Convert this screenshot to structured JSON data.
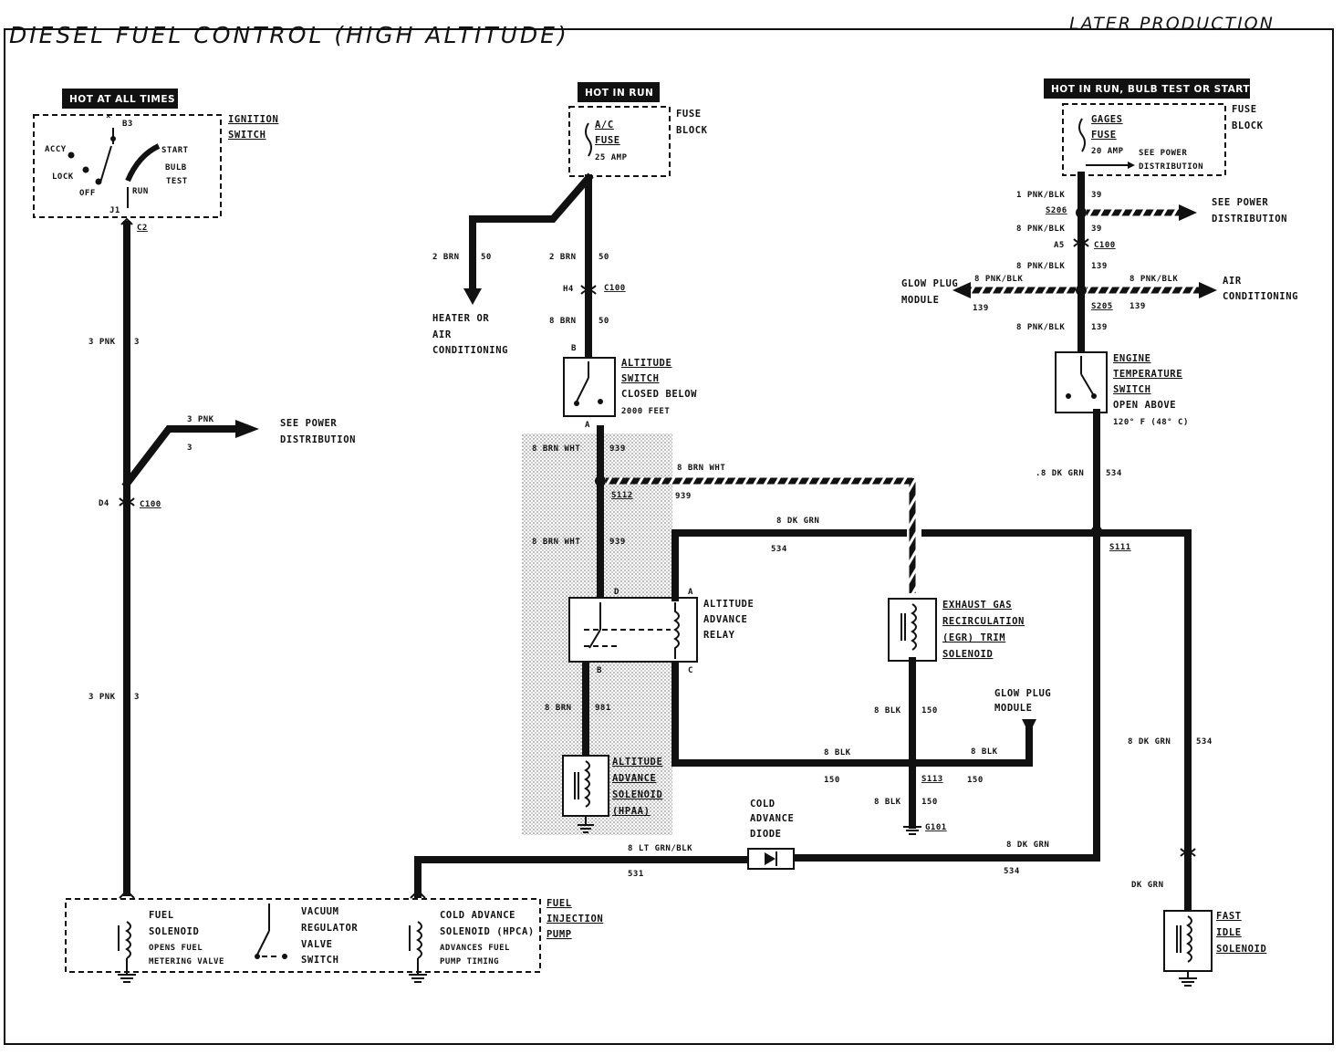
{
  "title": "DIESEL FUEL CONTROL (HIGH ALTITUDE)",
  "production": "LATER PRODUCTION",
  "hot_labels": {
    "all_times": "HOT AT ALL TIMES",
    "in_run": "HOT IN RUN",
    "run_bulb_start": "HOT IN RUN, BULB TEST OR START"
  },
  "ignition_switch": {
    "name_1": "IGNITION",
    "name_2": "SWITCH",
    "accy": "ACCY",
    "lock": "LOCK",
    "off": "OFF",
    "run": "RUN",
    "start": "START",
    "bulb": "BULB",
    "test": "TEST",
    "pin_top": "B3",
    "pin_bottom": "J1",
    "connector": "C2"
  },
  "ac_fuse": {
    "line1": "A/C",
    "line2": "FUSE",
    "amp": "25 AMP",
    "block1": "FUSE",
    "block2": "BLOCK"
  },
  "gages_fuse": {
    "line1": "GAGES",
    "line2": "FUSE",
    "amp": "20 AMP",
    "see1": "SEE POWER",
    "see2": "DISTRIBUTION",
    "block1": "FUSE",
    "block2": "BLOCK"
  },
  "left_wires": {
    "w1": "3 PNK",
    "c1": "3",
    "w2": "3 PNK",
    "c2": "3",
    "w3": "3 PNK",
    "c3": "3",
    "pin": "D4",
    "conn": "C100",
    "see1": "SEE POWER",
    "see2": "DISTRIBUTION"
  },
  "mid_wires": {
    "brn_branch": "2 BRN",
    "brn_branch_c": "50",
    "brn": "2 BRN",
    "brn_c": "50",
    "pin": "H4",
    "conn": "C100",
    "brn8": "8 BRN",
    "brn8_c": "50",
    "heater1": "HEATER OR",
    "heater2": "AIR",
    "heater3": "CONDITIONING",
    "pin_b": "B",
    "pin_a": "A"
  },
  "altitude_switch": {
    "l1": "ALTITUDE",
    "l2": "SWITCH",
    "l3": "CLOSED BELOW",
    "l4": "2000 FEET"
  },
  "shaded": {
    "w1": "8 BRN WHT",
    "c1": "939",
    "splice": "S112",
    "w2": "8 BRN WHT",
    "c2": "939",
    "top_wire": "8 BRN WHT",
    "top_c": "939",
    "pin_d": "D",
    "pin_b": "B",
    "w3": "8 BRN",
    "c3": "981",
    "sol1": "ALTITUDE",
    "sol2": "ADVANCE",
    "sol3": "SOLENOID",
    "sol4": "(HPAA)"
  },
  "relay": {
    "l1": "ALTITUDE",
    "l2": "ADVANCE",
    "l3": "RELAY",
    "pin_a": "A",
    "pin_c": "C"
  },
  "dkgrn_mid": {
    "w": "8 DK GRN",
    "c": "534"
  },
  "egr": {
    "l1": "EXHAUST GAS",
    "l2": "RECIRCULATION",
    "l3": "(EGR) TRIM",
    "l4": "SOLENOID"
  },
  "glow_lower": {
    "l1": "GLOW PLUG",
    "l2": "MODULE"
  },
  "blk": {
    "w1": "8 BLK",
    "c1": "150",
    "w2": "8 BLK",
    "c2": "150",
    "w3": "8 BLK",
    "c3": "150",
    "w4": "8 BLK",
    "c4": "150",
    "splice": "S113",
    "ground": "G101"
  },
  "diode": {
    "l1": "COLD",
    "l2": "ADVANCE",
    "l3": "DIODE",
    "ltgrn": "8 LT GRN/BLK",
    "ltgrn_c": "531",
    "dkgrn": "8 DK GRN",
    "dkgrn_c": "534"
  },
  "injection_pump": {
    "fuel1": "FUEL",
    "fuel2": "SOLENOID",
    "fuel3": "OPENS FUEL",
    "fuel4": "METERING VALVE",
    "vac1": "VACUUM",
    "vac2": "REGULATOR",
    "vac3": "VALVE",
    "vac4": "SWITCH",
    "cold1": "COLD ADVANCE",
    "cold2": "SOLENOID (HPCA)",
    "cold3": "ADVANCES FUEL",
    "cold4": "PUMP TIMING",
    "pump1": "FUEL",
    "pump2": "INJECTION",
    "pump3": "PUMP"
  },
  "right_wires": {
    "w1": "1 PNK/BLK",
    "c1": "39",
    "s206": "S206",
    "see1": "SEE POWER",
    "see2": "DISTRIBUTION",
    "w2": "8 PNK/BLK",
    "c2": "39",
    "pin": "A5",
    "conn": "C100",
    "w3": "8 PNK/BLK",
    "c3": "139",
    "glow1": "GLOW PLUG",
    "glow2": "MODULE",
    "wl": "8 PNK/BLK",
    "wl_c": "139",
    "wr": "8 PNK/BLK",
    "wr_c": "139",
    "air1": "AIR",
    "air2": "CONDITIONING",
    "s205": "S205",
    "w4": "8 PNK/BLK",
    "c4": "139"
  },
  "eng_temp": {
    "l1": "ENGINE",
    "l2": "TEMPERATURE",
    "l3": "SWITCH",
    "l4": "OPEN ABOVE",
    "l5": "120° F (48° C)"
  },
  "right_lower": {
    "w1": ".8 DK GRN",
    "c1": "534",
    "splice": "S111",
    "w2": "8 DK GRN",
    "c2": "534",
    "w3": "DK GRN"
  },
  "fast_idle": {
    "l1": "FAST",
    "l2": "IDLE",
    "l3": "SOLENOID"
  }
}
